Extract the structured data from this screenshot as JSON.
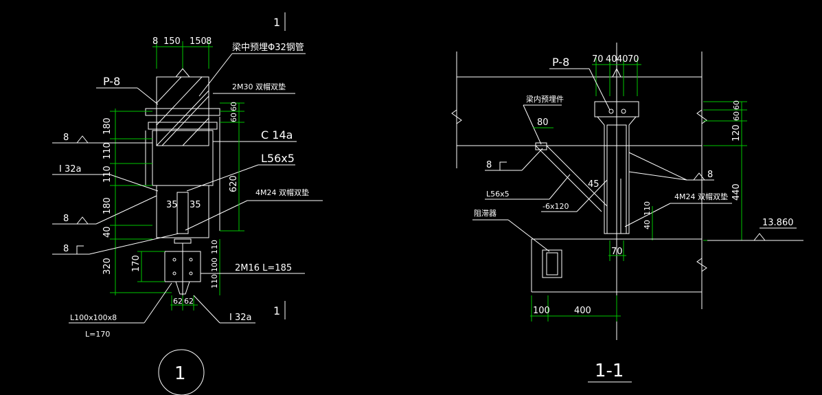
{
  "colors": {
    "background": "#000000",
    "linework": "#ffffff",
    "dimension": "#00c800"
  },
  "left_view": {
    "section_mark": "1",
    "top_dims": [
      "8",
      "150",
      "150",
      "8"
    ],
    "labels": {
      "pipe": "梁中预埋Φ32钢管",
      "plate": "P-8",
      "bolt_top": "2M30 双帽双垫",
      "channel": "C 14a",
      "angle_brace": "L56x5",
      "bolt_mid": "4M24 双帽双垫",
      "bolt_bottom": "2M16 L=185",
      "bottom_angle_a": "L100x100x8",
      "bottom_angle_b": "L=170",
      "beam_left": "I 32a",
      "beam_right": "I 32a",
      "weld_a": "8",
      "weld_b": "8",
      "weld_c": "8"
    },
    "left_dims": [
      "180",
      "110",
      "110",
      "180",
      "40",
      "320"
    ],
    "right_dims": [
      "60",
      "60",
      "620"
    ],
    "inner_dims": [
      "35",
      "35"
    ],
    "lower_dims": [
      "110",
      "100",
      "110"
    ],
    "left_lower_dim": "170",
    "bottom_dims": [
      "62",
      "62"
    ],
    "detail_number": "1"
  },
  "right_view": {
    "labels": {
      "plate": "P-8",
      "embed": "梁内预埋件",
      "weld_top": "8",
      "angle": "L56x5",
      "plate2": "-6x120",
      "bolt": "4M24 双帽双垫",
      "damper": "阻滞器",
      "weld_right": "8",
      "elev": "13.860",
      "angle_text": "45"
    },
    "top_dims": [
      "70",
      "40",
      "40",
      "70"
    ],
    "right_dims": [
      "60",
      "60",
      "120",
      "440"
    ],
    "top_left_dim": "80",
    "inner_dims": [
      "40",
      "110"
    ],
    "inner_bottom_dim": "70",
    "bottom_dims": [
      "100",
      "400"
    ],
    "title": "1-1"
  }
}
